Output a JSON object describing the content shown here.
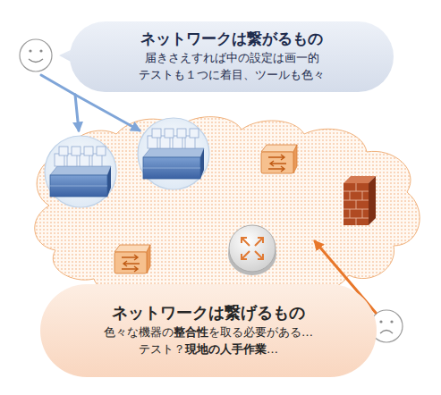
{
  "diagram": {
    "nodes": [
      {
        "text": [
          "ネットワークは繋がるもの",
          "届きさえすれば中の設定は画一的 テストも１つに着目、ツールも色々"
        ]
      },
      {
        "text": [
          "ネットワークは繋げるもの",
          "色々な機器の整合性を取る必要がある… テスト？現地の人手作業…"
        ]
      }
    ]
  }
}
